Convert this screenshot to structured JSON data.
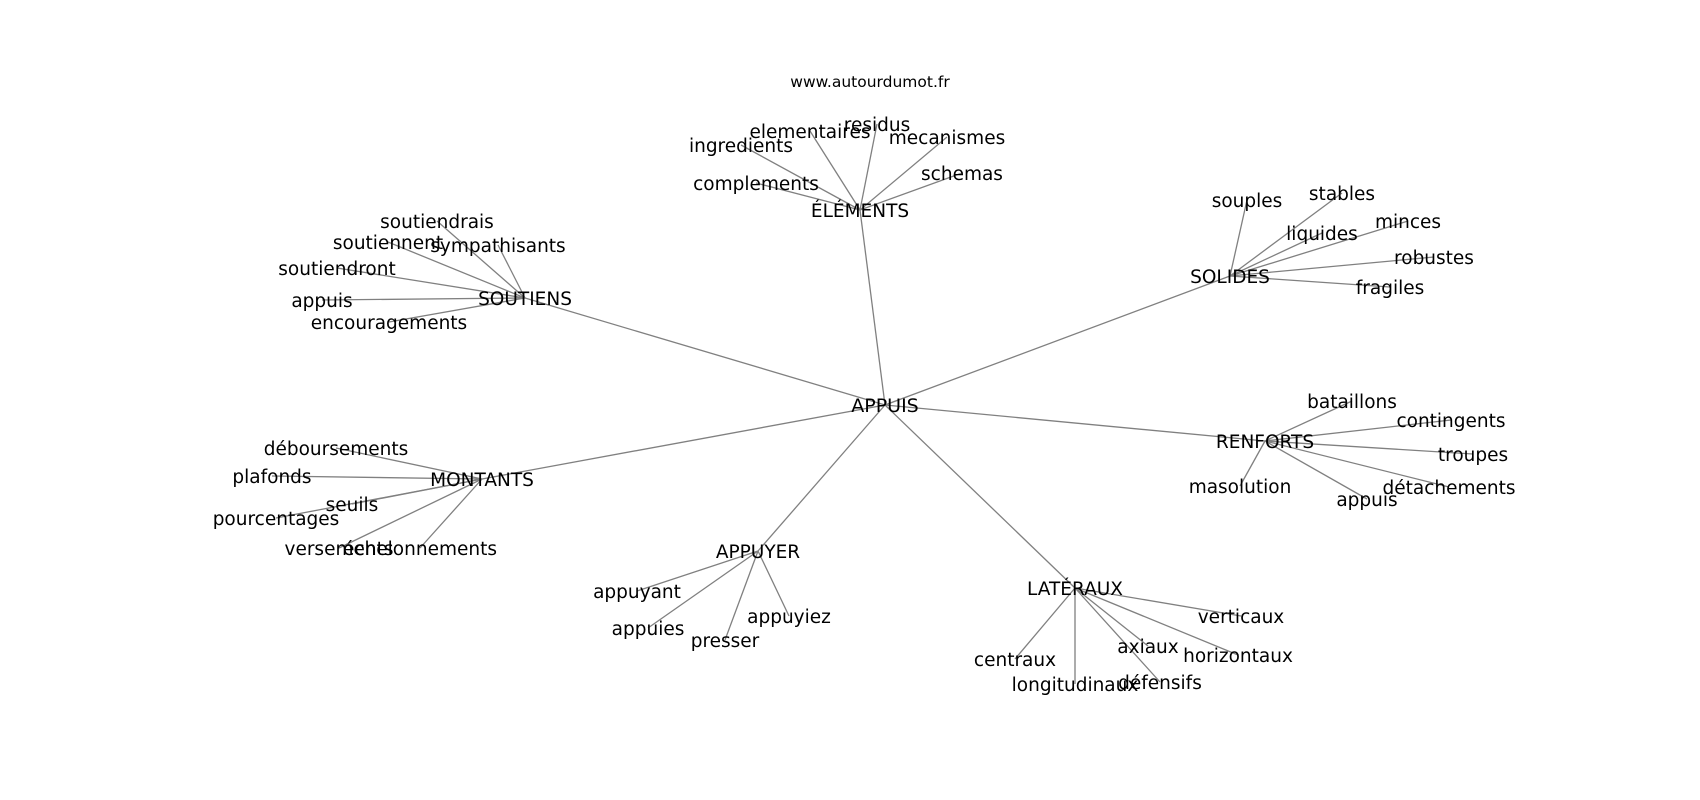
{
  "source_text": "www.autourdumot.fr",
  "center": "APPUIS",
  "hubs": [
    {
      "id": "elements",
      "label": "ÉLÉMENTS",
      "leaves": [
        "residus",
        "elementaires",
        "ingredients",
        "mecanismes",
        "complements",
        "schemas"
      ]
    },
    {
      "id": "soutiens",
      "label": "SOUTIENS",
      "leaves": [
        "soutiendrais",
        "soutiennent",
        "sympathisants",
        "soutiendront",
        "appuis",
        "encouragements"
      ]
    },
    {
      "id": "solides",
      "label": "SOLIDES",
      "leaves": [
        "souples",
        "stables",
        "liquides",
        "minces",
        "robustes",
        "fragiles"
      ]
    },
    {
      "id": "renforts",
      "label": "RENFORTS",
      "leaves": [
        "bataillons",
        "contingents",
        "troupes",
        "masolution",
        "détachements",
        "appuis"
      ]
    },
    {
      "id": "montants",
      "label": "MONTANTS",
      "leaves": [
        "déboursements",
        "plafonds",
        "seuils",
        "pourcentages",
        "versements",
        "échelonnements"
      ]
    },
    {
      "id": "appuyer",
      "label": "APPUYER",
      "leaves": [
        "appuyant",
        "appuyiez",
        "appuies",
        "presser"
      ]
    },
    {
      "id": "lateraux",
      "label": "LATÉRAUX",
      "leaves": [
        "verticaux",
        "axiaux",
        "horizontaux",
        "centraux",
        "défensifs",
        "longitudinaux"
      ]
    }
  ]
}
